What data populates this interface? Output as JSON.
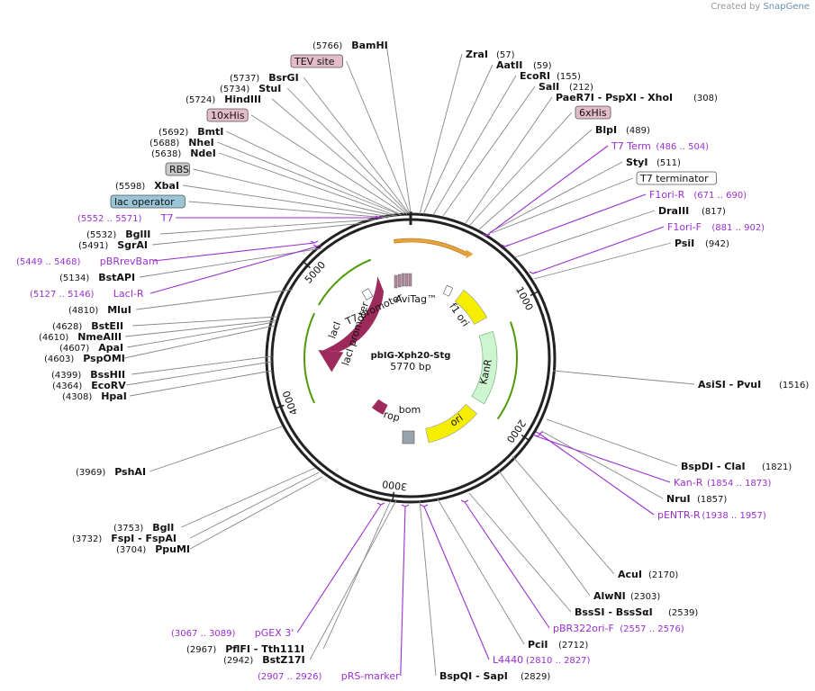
{
  "credit": {
    "prefix": "Created by",
    "brand": "SnapGene"
  },
  "plasmid": {
    "name": "pbIG-Xph20-Stg",
    "length_bp": 5770,
    "length_label": "5770 bp"
  },
  "ruler": [
    1000,
    2000,
    3000,
    4000,
    5000
  ],
  "colors": {
    "primer": "#9b2fd0",
    "lacI": "#9c2a5b",
    "yellow": "#f5ee00",
    "green": "#4e9a06",
    "kanR": "#ccf5d0",
    "tag": "#e3bcc8",
    "lacop": "#99c5d6"
  },
  "sites": [
    {
      "name": "BamHI",
      "pos": "(5766)",
      "kind": "enzyme"
    },
    {
      "name": "TEV site",
      "kind": "tag"
    },
    {
      "name": "BsrGI",
      "pos": "(5737)",
      "kind": "enzyme"
    },
    {
      "name": "StuI",
      "pos": "(5734)",
      "kind": "enzyme"
    },
    {
      "name": "HindIII",
      "pos": "(5724)",
      "kind": "enzyme"
    },
    {
      "name": "10xHis",
      "kind": "tag"
    },
    {
      "name": "BmtI",
      "pos": "(5692)",
      "kind": "enzyme"
    },
    {
      "name": "NheI",
      "pos": "(5688)",
      "kind": "enzyme"
    },
    {
      "name": "NdeI",
      "pos": "(5638)",
      "kind": "enzyme"
    },
    {
      "name": "RBS",
      "kind": "grey"
    },
    {
      "name": "XbaI",
      "pos": "(5598)",
      "kind": "enzyme"
    },
    {
      "name": "lac operator",
      "kind": "lacop"
    },
    {
      "name": "T7",
      "pos": "(5552 .. 5571)",
      "kind": "primer"
    },
    {
      "name": "BglII",
      "pos": "(5532)",
      "kind": "enzyme"
    },
    {
      "name": "SgrAI",
      "pos": "(5491)",
      "kind": "enzyme"
    },
    {
      "name": "pBRrevBam",
      "pos": "(5449 .. 5468)",
      "kind": "primer"
    },
    {
      "name": "BstAPI",
      "pos": "(5134)",
      "kind": "enzyme"
    },
    {
      "name": "LacI-R",
      "pos": "(5127 .. 5146)",
      "kind": "primer"
    },
    {
      "name": "MluI",
      "pos": "(4810)",
      "kind": "enzyme"
    },
    {
      "name": "BstEII",
      "pos": "(4628)",
      "kind": "enzyme"
    },
    {
      "name": "NmeAIII",
      "pos": "(4610)",
      "kind": "enzyme"
    },
    {
      "name": "ApaI",
      "pos": "(4607)",
      "kind": "enzyme"
    },
    {
      "name": "PspOMI",
      "pos": "(4603)",
      "kind": "enzyme"
    },
    {
      "name": "BssHII",
      "pos": "(4399)",
      "kind": "enzyme"
    },
    {
      "name": "EcoRV",
      "pos": "(4364)",
      "kind": "enzyme"
    },
    {
      "name": "HpaI",
      "pos": "(4308)",
      "kind": "enzyme"
    },
    {
      "name": "PshAI",
      "pos": "(3969)",
      "kind": "enzyme"
    },
    {
      "name": "BglI",
      "pos": "(3753)",
      "kind": "enzyme"
    },
    {
      "name": "FspI - FspAI",
      "pos": "(3732)",
      "kind": "enzyme"
    },
    {
      "name": "PpuMI",
      "pos": "(3704)",
      "kind": "enzyme"
    },
    {
      "name": "pGEX 3'",
      "pos": "(3067 .. 3089)",
      "kind": "primer"
    },
    {
      "name": "PflFI - Tth111I",
      "pos": "(2967)",
      "kind": "enzyme"
    },
    {
      "name": "BstZ17I",
      "pos": "(2942)",
      "kind": "enzyme"
    },
    {
      "name": "pRS-marker",
      "pos": "(2907 .. 2926)",
      "kind": "primer"
    },
    {
      "name": "BspQI - SapI",
      "pos": "(2829)",
      "kind": "enzyme"
    },
    {
      "name": "L4440",
      "pos": "(2810 .. 2827)",
      "kind": "primer"
    },
    {
      "name": "PciI",
      "pos": "(2712)",
      "kind": "enzyme"
    },
    {
      "name": "pBR322ori-F",
      "pos": "(2557 .. 2576)",
      "kind": "primer"
    },
    {
      "name": "BssSI - BssSαI",
      "pos": "(2539)",
      "kind": "enzyme"
    },
    {
      "name": "AlwNI",
      "pos": "(2303)",
      "kind": "enzyme"
    },
    {
      "name": "AcuI",
      "pos": "(2170)",
      "kind": "enzyme"
    },
    {
      "name": "pENTR-R",
      "pos": "(1938 .. 1957)",
      "kind": "primer"
    },
    {
      "name": "NruI",
      "pos": "(1857)",
      "kind": "enzyme"
    },
    {
      "name": "Kan-R",
      "pos": "(1854 .. 1873)",
      "kind": "primer"
    },
    {
      "name": "BspDI - ClaI",
      "pos": "(1821)",
      "kind": "enzyme"
    },
    {
      "name": "AsiSI - PvuI",
      "pos": "(1516)",
      "kind": "enzyme"
    },
    {
      "name": "PsiI",
      "pos": "(942)",
      "kind": "enzyme"
    },
    {
      "name": "F1ori-F",
      "pos": "(881 .. 902)",
      "kind": "primer"
    },
    {
      "name": "DraIII",
      "pos": "(817)",
      "kind": "enzyme"
    },
    {
      "name": "F1ori-R",
      "pos": "(671 .. 690)",
      "kind": "primer"
    },
    {
      "name": "T7 terminator",
      "kind": "term"
    },
    {
      "name": "StyI",
      "pos": "(511)",
      "kind": "enzyme"
    },
    {
      "name": "T7 Term",
      "pos": "(486 .. 504)",
      "kind": "primer"
    },
    {
      "name": "BlpI",
      "pos": "(489)",
      "kind": "enzyme"
    },
    {
      "name": "6xHis",
      "kind": "tag"
    },
    {
      "name": "PaeR7I - PspXI - XhoI",
      "pos": "(308)",
      "kind": "enzyme"
    },
    {
      "name": "SalI",
      "pos": "(212)",
      "kind": "enzyme"
    },
    {
      "name": "EcoRI",
      "pos": "(155)",
      "kind": "enzyme"
    },
    {
      "name": "AatII",
      "pos": "(59)",
      "kind": "enzyme"
    },
    {
      "name": "ZraI",
      "pos": "(57)",
      "kind": "enzyme"
    }
  ],
  "features": [
    {
      "name": "lacI",
      "kind": "lacI"
    },
    {
      "name": "lacI promoter",
      "kind": "label"
    },
    {
      "name": "T7 promoter",
      "kind": "label"
    },
    {
      "name": "AviTag™",
      "kind": "label"
    },
    {
      "name": "f1 ori",
      "kind": "yellow"
    },
    {
      "name": "KanR",
      "kind": "kanR"
    },
    {
      "name": "ori",
      "kind": "yellow"
    },
    {
      "name": "rop",
      "kind": "lacI"
    },
    {
      "name": "bom",
      "kind": "grey"
    }
  ]
}
